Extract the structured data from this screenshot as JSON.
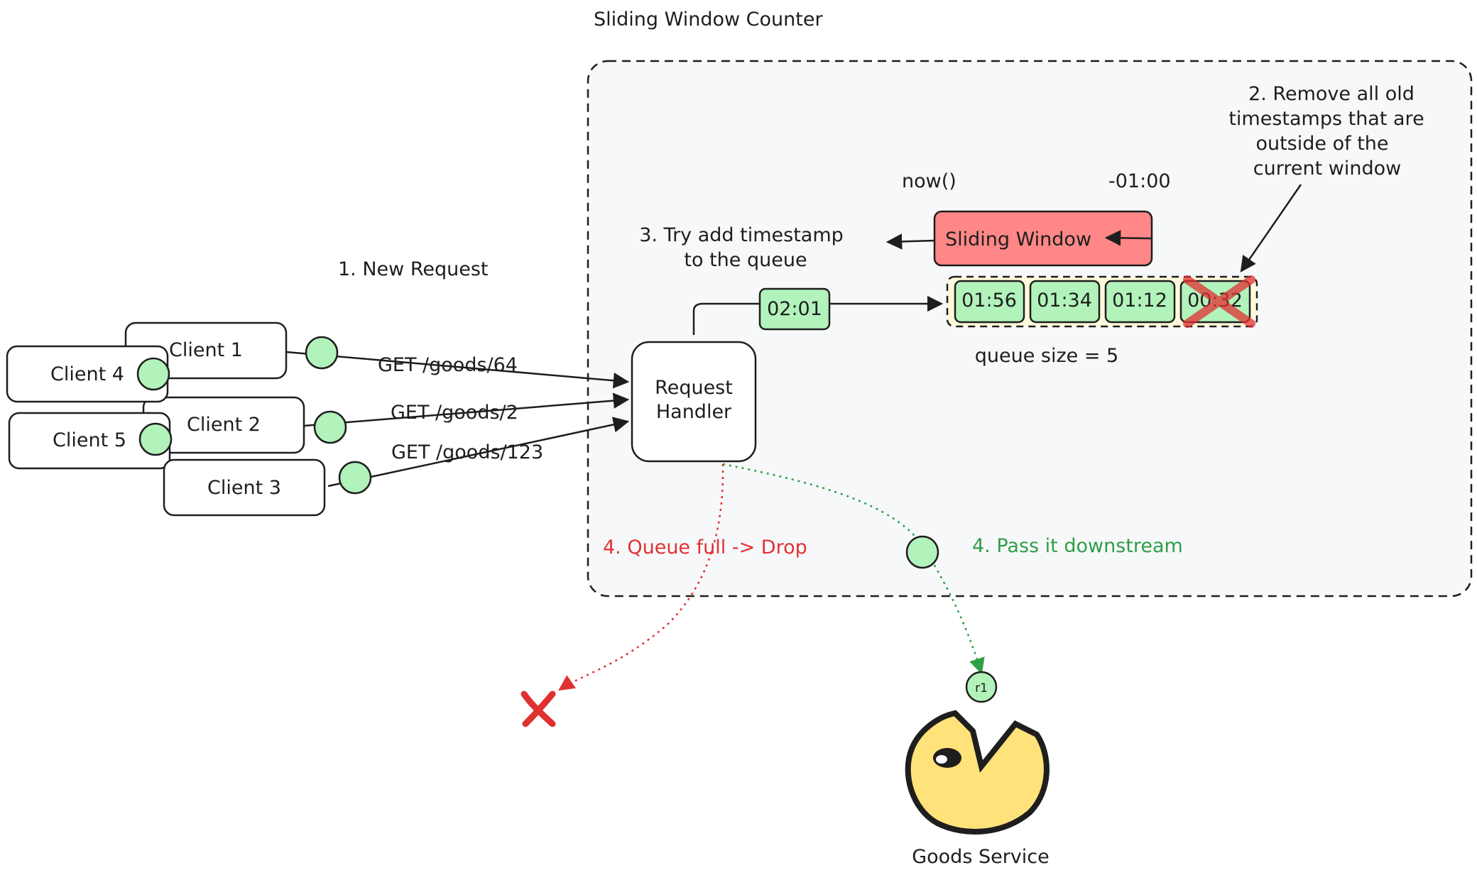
{
  "title": "Sliding Window Counter",
  "clients": [
    {
      "id": "client-1",
      "label": "Client 1"
    },
    {
      "id": "client-4",
      "label": "Client 4"
    },
    {
      "id": "client-2",
      "label": "Client 2"
    },
    {
      "id": "client-5",
      "label": "Client 5"
    },
    {
      "id": "client-3",
      "label": "Client 3"
    }
  ],
  "requests": [
    {
      "label": "GET /goods/64"
    },
    {
      "label": "GET /goods/2"
    },
    {
      "label": "GET /goods/123"
    }
  ],
  "steps": {
    "new_request": "1. New Request",
    "remove_old_1": "2. Remove all old",
    "remove_old_2": "timestamps that are",
    "remove_old_3": "outside of the",
    "remove_old_4": "current window",
    "try_add_1": "3. Try add timestamp",
    "try_add_2": "to the queue",
    "drop": "4. Queue full -> Drop",
    "pass": "4. Pass it downstream"
  },
  "handler": {
    "line1": "Request",
    "line2": "Handler"
  },
  "window": {
    "label": "Sliding Window",
    "start_label": "now()",
    "end_label": "-01:00"
  },
  "new_timestamp": "02:01",
  "queue": {
    "items": [
      "01:56",
      "01:34",
      "01:12",
      "00:32"
    ],
    "size_label": "queue size = 5"
  },
  "downstream_token": "r1",
  "service_label": "Goods Service",
  "colors": {
    "node_green": "#b2f2bb",
    "window_red": "#ff8787",
    "drop_red": "#e03131",
    "pass_green": "#2f9e44",
    "pacman_yellow": "#ffe27a",
    "queue_bg": "#fff9db",
    "counter_bg": "#f7f8fa"
  }
}
